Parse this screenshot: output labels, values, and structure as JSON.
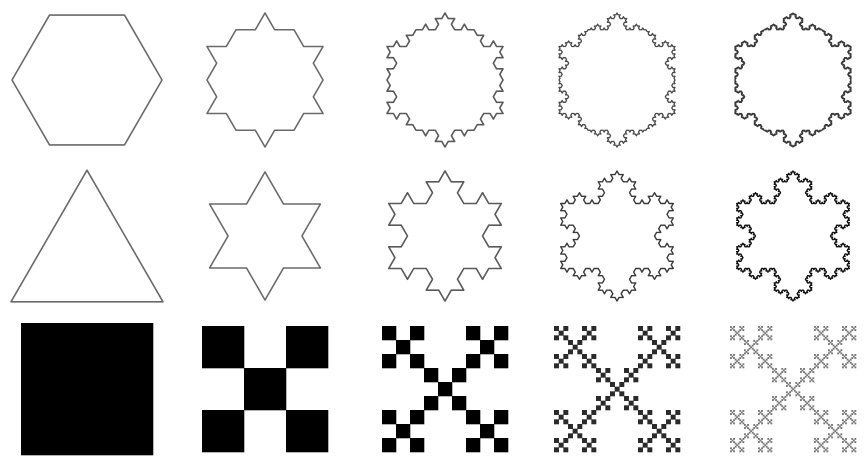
{
  "rows": [
    {
      "name": "hexagon-koch",
      "kind": "koch-hexagon",
      "iterations": [
        0,
        1,
        2,
        3,
        4
      ],
      "stroke_colors": [
        "#6a6a6a",
        "#6a6a6a",
        "#5a5a5a",
        "#4a4a4a",
        "#3a3a3a"
      ]
    },
    {
      "name": "triangle-koch",
      "kind": "koch-triangle",
      "iterations": [
        0,
        1,
        2,
        3,
        4
      ],
      "stroke_colors": [
        "#6a6a6a",
        "#6a6a6a",
        "#5a5a5a",
        "#3a3a3a",
        "#111111"
      ]
    },
    {
      "name": "vicsek",
      "kind": "vicsek-x",
      "iterations": [
        0,
        1,
        2,
        3,
        4
      ],
      "fill_colors": [
        "#000000",
        "#000000",
        "#000000",
        "#2a2a2a",
        "#777777"
      ]
    }
  ]
}
